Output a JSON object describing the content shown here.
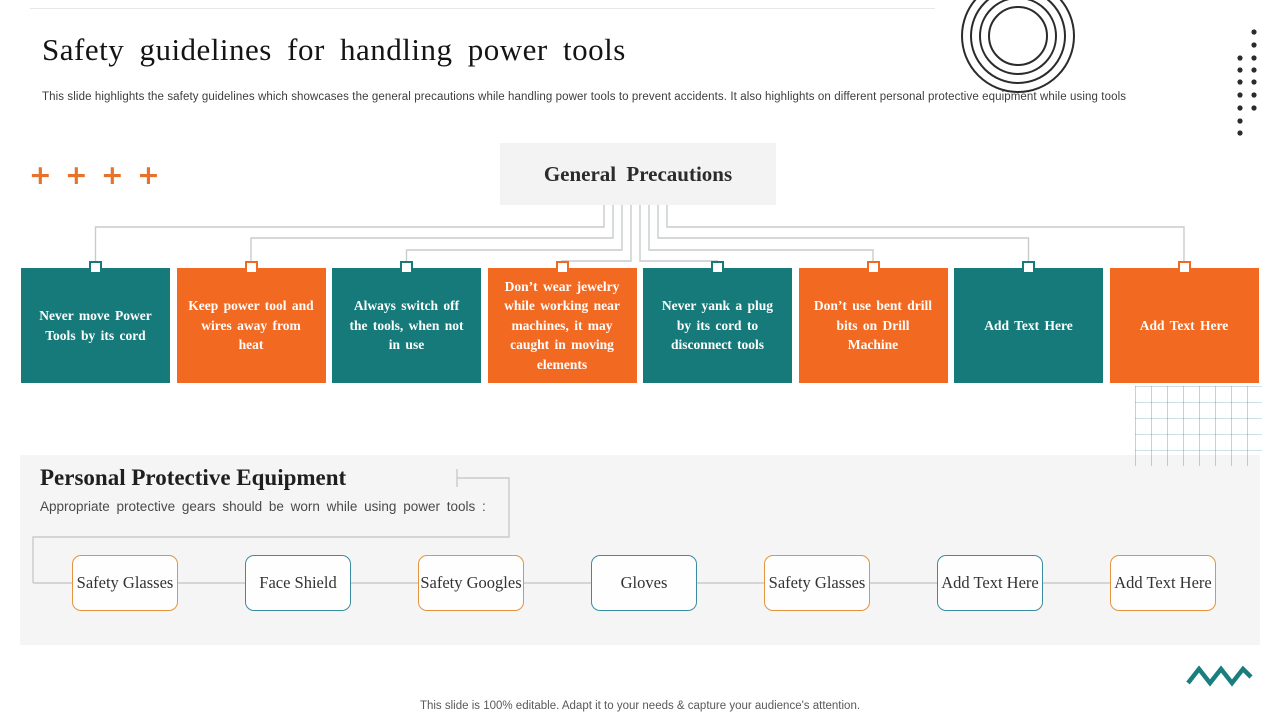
{
  "slide": {
    "title": "Safety guidelines for handling power tools",
    "subtitle": "This slide highlights the safety guidelines which showcases the general precautions while handling power tools to prevent accidents. It also highlights on different personal protective equipment while using tools",
    "footer": "This slide is 100% editable. Adapt it to your needs & capture your audience's attention."
  },
  "decorations": {
    "plus_signs": "+ + + +",
    "concentric_circles": "circles-decoration",
    "dots_pattern": "dots-decoration",
    "grid_pattern": "grid-decoration",
    "zigzag": "zigzag-decoration"
  },
  "colors": {
    "teal": "#177a7a",
    "orange": "#f26a22",
    "item_border_orange": "#e2953e",
    "item_border_teal": "#3a8da0",
    "connector_gray": "#c9cccc",
    "panel_gray": "#f5f5f5"
  },
  "general_precautions": {
    "label": "General Precautions",
    "items": [
      {
        "text": "Never move Power Tools by its cord",
        "color": "teal"
      },
      {
        "text": "Keep power tool and wires away from heat",
        "color": "orange"
      },
      {
        "text": "Always switch off the tools, when not in use",
        "color": "teal"
      },
      {
        "text": "Don’t wear jewelry while working near machines, it may caught in moving elements",
        "color": "orange"
      },
      {
        "text": "Never yank a plug by its cord to disconnect tools",
        "color": "teal"
      },
      {
        "text": "Don’t use bent drill bits on Drill Machine",
        "color": "orange"
      },
      {
        "text": "Add Text Here",
        "color": "teal"
      },
      {
        "text": "Add Text Here",
        "color": "orange"
      }
    ]
  },
  "ppe": {
    "title": "Personal Protective Equipment",
    "subtitle": "Appropriate protective gears should be worn while using power tools :",
    "items": [
      {
        "label": "Safety Glasses",
        "accent": "orange"
      },
      {
        "label": "Face Shield",
        "accent": "teal"
      },
      {
        "label": "Safety Googles",
        "accent": "orange"
      },
      {
        "label": "Gloves",
        "accent": "teal"
      },
      {
        "label": "Safety Glasses",
        "accent": "orange"
      },
      {
        "label": "Add Text Here",
        "accent": "teal"
      },
      {
        "label": "Add Text Here",
        "accent": "orange"
      }
    ]
  }
}
